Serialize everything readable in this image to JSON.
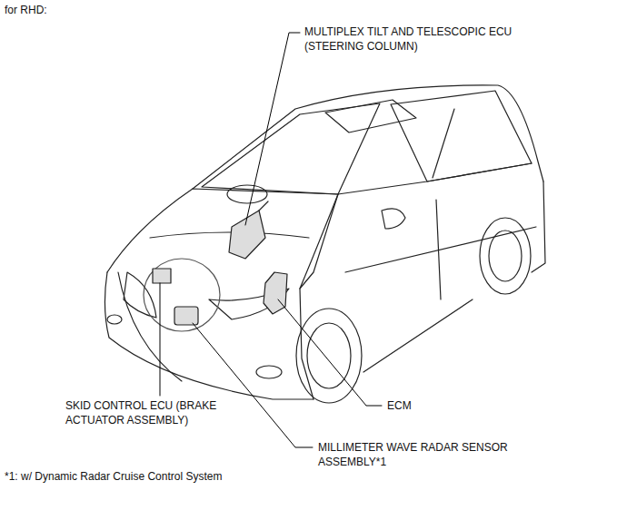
{
  "diagram": {
    "title": "for RHD:",
    "labels": [
      "MULTIPLEX TILT AND TELESCOPIC ECU (STEERING COLUMN)",
      "SKID CONTROL ECU (BRAKE ACTUATOR ASSEMBLY)",
      "ECM",
      "MILLIMETER WAVE RADAR SENSOR ASSEMBLY*1",
      "*1: w/ Dynamic Radar Cruise Control System"
    ]
  }
}
